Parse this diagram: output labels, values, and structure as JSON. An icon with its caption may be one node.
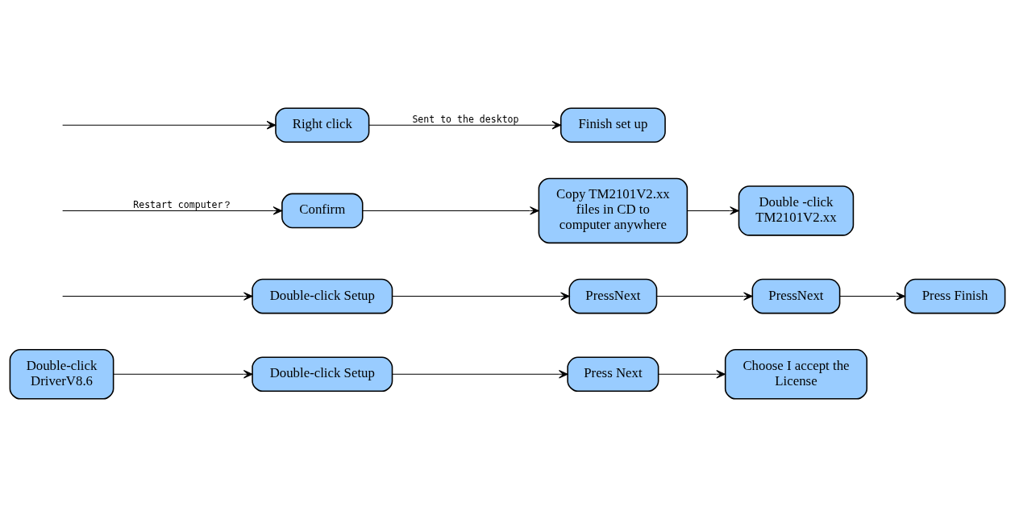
{
  "diagram": {
    "nodes": [
      {
        "text": [
          "Double-click DriverV8.6"
        ]
      },
      {
        "text": [
          "Double-click Setup"
        ]
      },
      {
        "text": [
          "Press Next"
        ]
      },
      {
        "text": [
          "Choose I accept the License"
        ]
      },
      {
        "text": [
          "Double-click Setup"
        ]
      },
      {
        "text": [
          "PressNext"
        ]
      },
      {
        "text": [
          "PressNext"
        ]
      },
      {
        "text": [
          "Press Finish"
        ]
      },
      {
        "text": [
          "Confirm"
        ]
      },
      {
        "text": [
          "Copy TM2101V2.xx files in CD to computer anywhere"
        ]
      },
      {
        "text": [
          "Double -click TM2101V2.xx"
        ]
      },
      {
        "text": [
          "Right click"
        ]
      },
      {
        "text": [
          "Finish set up"
        ]
      }
    ],
    "edges": [
      {
        "from": 0,
        "to": 1,
        "arrow": "to"
      },
      {
        "from": 1,
        "to": 2,
        "arrow": "to"
      },
      {
        "from": 2,
        "to": 3,
        "arrow": "to"
      },
      {
        "from": null,
        "to": 4,
        "arrow": "to"
      },
      {
        "from": 4,
        "to": 5,
        "arrow": "to"
      },
      {
        "from": 5,
        "to": 6,
        "arrow": "to"
      },
      {
        "from": 6,
        "to": 7,
        "arrow": "to"
      },
      {
        "from": null,
        "to": 8,
        "arrow": "to",
        "label": "Restart computer？"
      },
      {
        "from": 8,
        "to": 9,
        "arrow": "to"
      },
      {
        "from": 9,
        "to": 10,
        "arrow": "to"
      },
      {
        "from": null,
        "to": 11,
        "arrow": "to"
      },
      {
        "from": 11,
        "to": 12,
        "arrow": "to",
        "label": "Sent to the desktop"
      }
    ]
  }
}
